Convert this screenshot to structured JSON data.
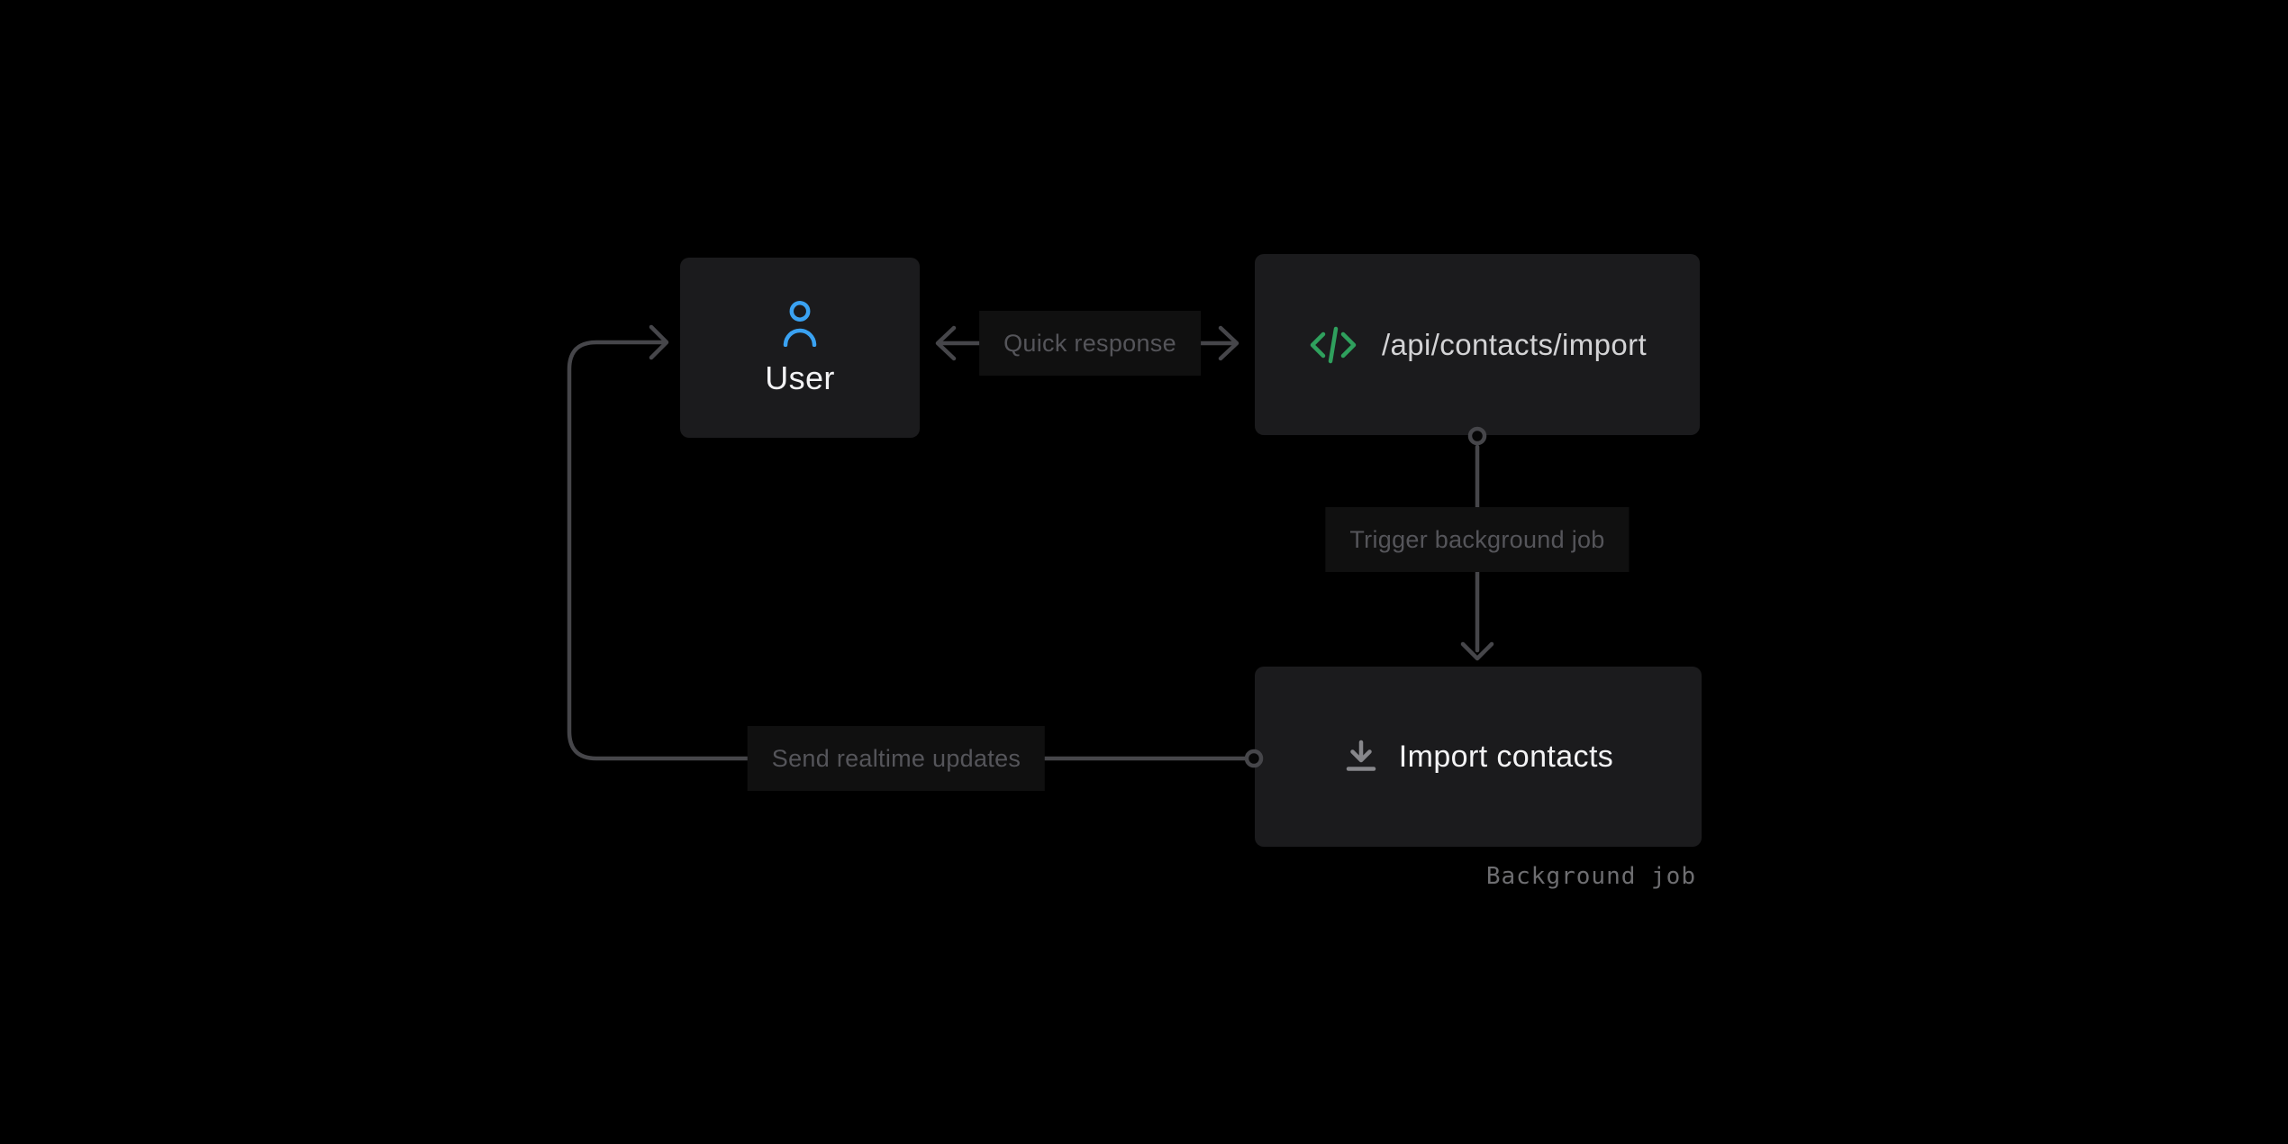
{
  "nodes": {
    "user": {
      "label": "User",
      "icon": "person-icon"
    },
    "api": {
      "label": "/api/contacts/import",
      "icon": "code-icon"
    },
    "import": {
      "label": "Import contacts",
      "icon": "download-icon"
    }
  },
  "edges": {
    "quick_response": {
      "label": "Quick response",
      "style": "bidirectional-arrow"
    },
    "trigger": {
      "label": "Trigger background job",
      "style": "down-arrow-from-api-to-import"
    },
    "send_updates": {
      "label": "Send realtime updates",
      "style": "loop-from-import-to-user"
    }
  },
  "caption": {
    "text": "Background job"
  },
  "colors": {
    "background": "#000000",
    "node_fill": "#1b1b1d",
    "label_fill": "#101010",
    "label_text": "#55555a",
    "line": "#46464a",
    "node_text": "#f3f3f5",
    "api_text": "#d3d3d5",
    "accent_blue": "#3aa2f2",
    "accent_green": "#2fa05d",
    "icon_gray": "#87878b",
    "caption_text": "#6e6e71"
  }
}
